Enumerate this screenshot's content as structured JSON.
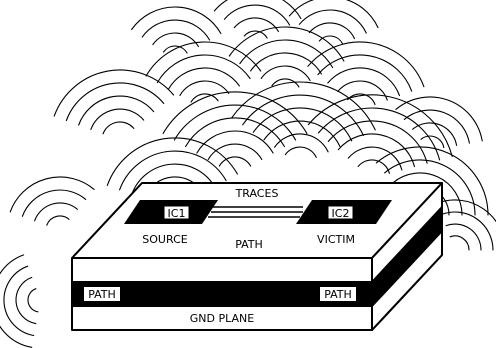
{
  "labels": {
    "traces": "TRACES",
    "ic1": "IC1",
    "ic2": "IC2",
    "source": "SOURCE",
    "victim": "VICTIM",
    "path_top": "PATH",
    "path_left": "PATH",
    "path_right": "PATH",
    "gnd_plane": "GND PLANE"
  },
  "colors": {
    "ink": "#000000",
    "paper": "#ffffff"
  }
}
